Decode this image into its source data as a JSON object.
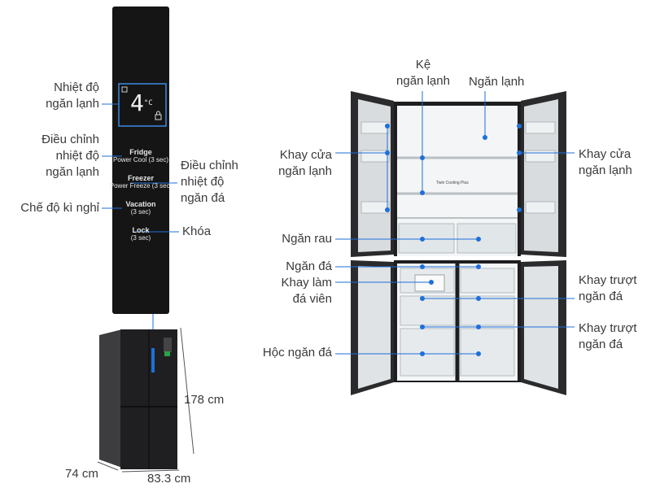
{
  "panel": {
    "temp_display": "4",
    "temp_unit": "°C",
    "buttons": [
      {
        "name": "Fridge",
        "sub": "Power Cool (3 sec)"
      },
      {
        "name": "Freezer",
        "sub": "Power Freeze (3 sec)"
      },
      {
        "name": "Vacation",
        "sub": "(3 sec)"
      },
      {
        "name": "Lock",
        "sub": "(3 sec)"
      }
    ]
  },
  "panel_labels": {
    "temp": [
      "Nhiệt độ",
      "ngăn lạnh"
    ],
    "fridge_adjust": [
      "Điều chỉnh",
      "nhiệt độ",
      "ngăn lạnh"
    ],
    "freezer_adjust": [
      "Điều chỉnh",
      "nhiệt độ",
      "ngăn đá"
    ],
    "vacation": "Chế độ kì nghỉ",
    "lock": "Khóa"
  },
  "dimensions": {
    "height": "178 cm",
    "depth": "74 cm",
    "width": "83.3 cm"
  },
  "fridge_labels": {
    "shelf": [
      "Kệ",
      "ngăn lạnh"
    ],
    "fridge_compartment": "Ngăn lạnh",
    "door_tray_left": [
      "Khay cửa",
      "ngăn lạnh"
    ],
    "door_tray_right": [
      "Khay cửa",
      "ngăn lạnh"
    ],
    "vegetable": "Ngăn rau",
    "freezer": "Ngăn đá",
    "ice_maker": [
      "Khay làm",
      "đá viên"
    ],
    "freezer_slide_1": [
      "Khay trượt",
      "ngăn đá"
    ],
    "freezer_slide_2": [
      "Khay trượt",
      "ngăn đá"
    ],
    "freezer_drawer": "Hộc ngăn đá"
  },
  "interior_badge": "Twin Cooling Plus",
  "colors": {
    "accent_dot": "#1e6fd9",
    "panel_bg": "#151515",
    "body_dark": "#2b2b2d",
    "interior": "#f3f5f6"
  }
}
